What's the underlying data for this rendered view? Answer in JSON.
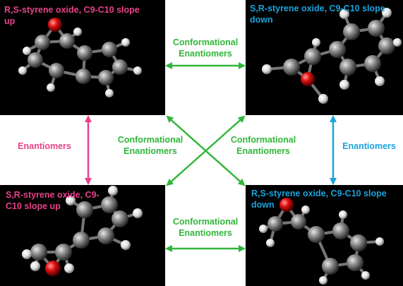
{
  "panels": {
    "top_left": {
      "title": "R,S-styrene oxide, C9-C10 slope up",
      "color": "#e8418a"
    },
    "top_right": {
      "title": "S,R-styrene oxide, C9-C10 slope down",
      "color": "#1aa3dc"
    },
    "bottom_left": {
      "title": "S,R-styrene oxide, C9-C10 slope up",
      "color": "#e8418a"
    },
    "bottom_right": {
      "title": "R,S-styrene oxide, C9-C10 slope down",
      "color": "#1aa3dc"
    }
  },
  "relations": {
    "top": "Conformational Enantiomers",
    "bottom": "Conformational Enantiomers",
    "left": "Enantiomers",
    "right": "Enantiomers",
    "diag_left": "Conformational Enantiomers",
    "diag_right": "Conformational Enantiomers"
  },
  "colors": {
    "green_arrow": "#31b63a",
    "pink_arrow": "#e8418a",
    "blue_arrow": "#1aa3dc",
    "carbon": "#8c8c8c",
    "hydrogen": "#f2f2f2",
    "oxygen": "#e01010"
  }
}
